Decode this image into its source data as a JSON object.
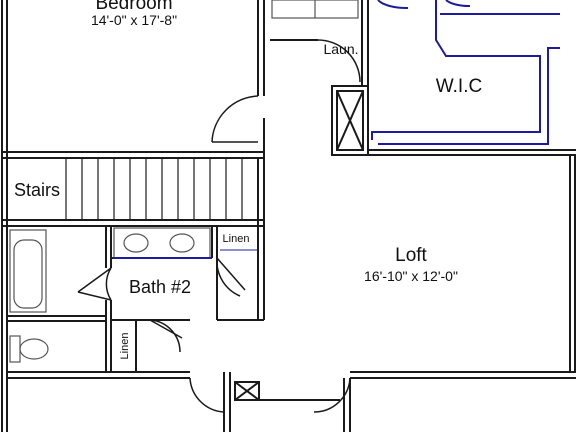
{
  "rooms": {
    "bedroom": {
      "label": "Bedroom",
      "dimensions": "14'-0\" x 17'-8\""
    },
    "laundry": {
      "label": "Laun."
    },
    "wic": {
      "label": "W.I.C"
    },
    "stairs": {
      "label": "Stairs"
    },
    "linen_upper": {
      "label": "Linen"
    },
    "bath2": {
      "label": "Bath #2"
    },
    "linen_lower": {
      "label": "Linen"
    },
    "loft": {
      "label": "Loft",
      "dimensions": "16'-10\" x 12'-0\""
    }
  },
  "colors": {
    "wall": "#1a1a1a",
    "fixture": "#555555",
    "closet_rod": "#1c1c9c"
  }
}
